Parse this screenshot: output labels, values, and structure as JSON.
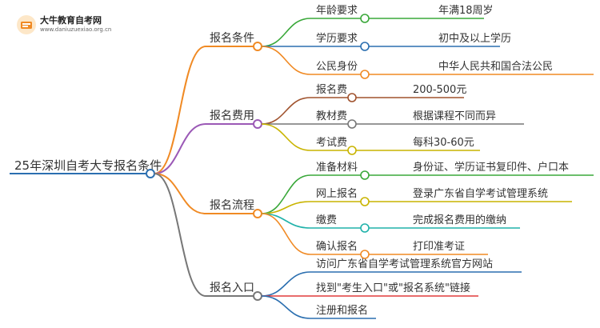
{
  "logo": {
    "title": "大牛教育自考网",
    "url": "www.daniuzuexiao.org.cn"
  },
  "root": {
    "label": "25年深圳自考大专报名条件"
  },
  "branches": [
    {
      "label": "报名条件",
      "color": "#f08a24",
      "children": [
        {
          "label": "年龄要求",
          "value": "年满18周岁",
          "color": "#3aa83a"
        },
        {
          "label": "学历要求",
          "value": "初中及以上学历",
          "color": "#2b6fb0"
        },
        {
          "label": "公民身份",
          "value": "中华人民共和国合法公民",
          "color": "#f08a24"
        }
      ]
    },
    {
      "label": "报名费用",
      "color": "#9b59b6",
      "children": [
        {
          "label": "报名费",
          "value": "200-500元",
          "color": "#a0522d"
        },
        {
          "label": "教材费",
          "value": "根据课程不同而异",
          "color": "#777777"
        },
        {
          "label": "考试费",
          "value": "每科30-60元",
          "color": "#c9b400"
        }
      ]
    },
    {
      "label": "报名流程",
      "color": "#f08a24",
      "children": [
        {
          "label": "准备材料",
          "value": "身份证、学历证书复印件、户口本",
          "color": "#3aa83a"
        },
        {
          "label": "网上报名",
          "value": "登录广东省自学考试管理系统",
          "color": "#c9b400"
        },
        {
          "label": "缴费",
          "value": "完成报名费用的缴纳",
          "color": "#20b2aa"
        },
        {
          "label": "确认报名",
          "value": "打印准考证",
          "color": "#f08a24"
        }
      ]
    },
    {
      "label": "报名入口",
      "color": "#777777",
      "children": [
        {
          "label": "访问广东省自学考试管理系统官方网站",
          "value": "",
          "color": "#2b6fb0"
        },
        {
          "label": "找到\"考生入口\"或\"报名系统\"链接",
          "value": "",
          "color": "#e03b3b"
        },
        {
          "label": "注册和报名",
          "value": "",
          "color": "#2b6fb0"
        }
      ]
    }
  ],
  "colors": {
    "root_line": "#2b6fb0",
    "root_node": "#2b6fb0"
  }
}
